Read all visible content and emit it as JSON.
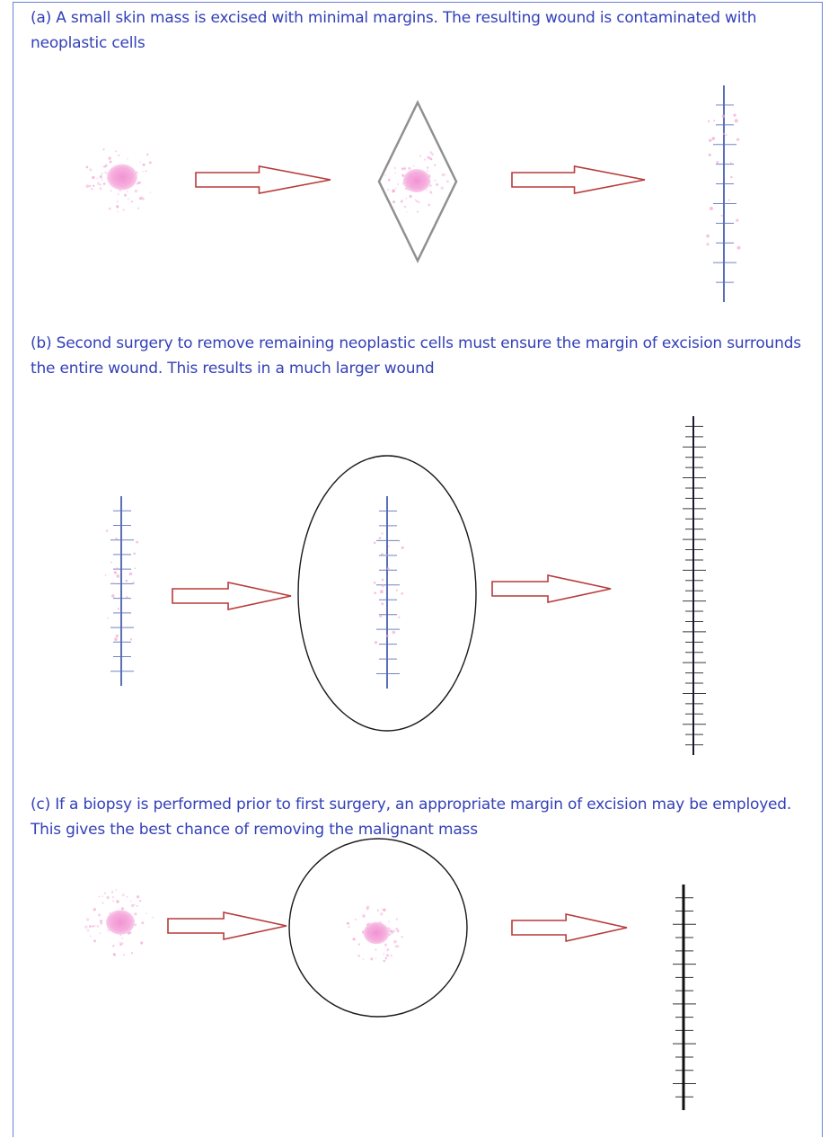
{
  "panels": {
    "a": {
      "caption": "(a) A small skin mass is excised with minimal margins. The resulting wound is contaminated with neoplastic cells"
    },
    "b": {
      "caption": "(b) Second surgery to remove remaining neoplastic cells must ensure the margin of excision surrounds the entire wound. This results in a much larger wound"
    },
    "c": {
      "caption": "(c) If a biopsy is performed prior to first surgery, an appropriate margin of excision may be employed. This gives the best chance of removing the malignant mass"
    }
  },
  "colors": {
    "caption_text": "#3340b8",
    "frame": "#6b7fd6",
    "mass": "#f2a6d6",
    "arrow": "#b83a3a",
    "excision_outline": "#909090",
    "suture_line": "#5a6fb8",
    "closed_wound": "#1a1a2a"
  },
  "icons": {
    "mass": "pink-cell-cluster",
    "arrow": "outline-right-arrow",
    "sutured_wound": "suture-line"
  }
}
